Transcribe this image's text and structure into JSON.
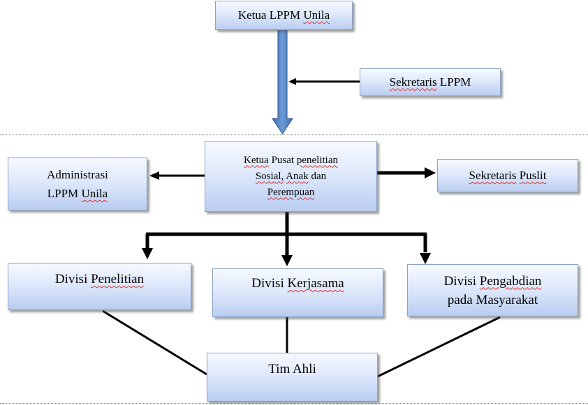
{
  "diagram": {
    "nodes": {
      "ketua_lppm": {
        "pre": "Ketua ",
        "mid": "LPPM ",
        "sq": "Unila",
        "post": ""
      },
      "sekretaris_lppm": {
        "sq": "Sekretaris",
        "post": " LPPM"
      },
      "ketua_pusat": {
        "line1": {
          "sq1": "Ketua",
          "mid1": " Pusat ",
          "sq2": "penelitian"
        },
        "line2": {
          "sq1": "Sosial,",
          "mid1": " ",
          "sq2": "Anak",
          "post": " dan"
        },
        "line3": {
          "sq1": "Perempuan"
        }
      },
      "administrasi": {
        "line1": "Administrasi",
        "line2_pre": "LPPM ",
        "line2_sq": "Unila"
      },
      "sekretaris_puslit": {
        "sq1": "Sekretaris",
        "mid": " ",
        "sq2": "Puslit"
      },
      "divisi_penelitian": {
        "pre": "Divisi ",
        "sq": "Penelitian"
      },
      "divisi_kerjasama": {
        "pre": "Divisi ",
        "sq": "Kerjasama"
      },
      "divisi_pengabdian": {
        "line1_pre": "Divisi ",
        "line1_sq": "Pengabdian",
        "line2": "pada Masyarakat"
      },
      "tim_ahli": {
        "label": "Tim Ahli"
      }
    },
    "colors": {
      "box_border": "#8aa2c6",
      "box_gradient_top": "#f6f9ff",
      "box_gradient_bottom": "#b9cdf1",
      "main_arrow_fill": "#4f81bd",
      "main_arrow_stroke": "#2d5286",
      "connector": "#000000",
      "spellcheck_underline": "#e03030"
    }
  }
}
